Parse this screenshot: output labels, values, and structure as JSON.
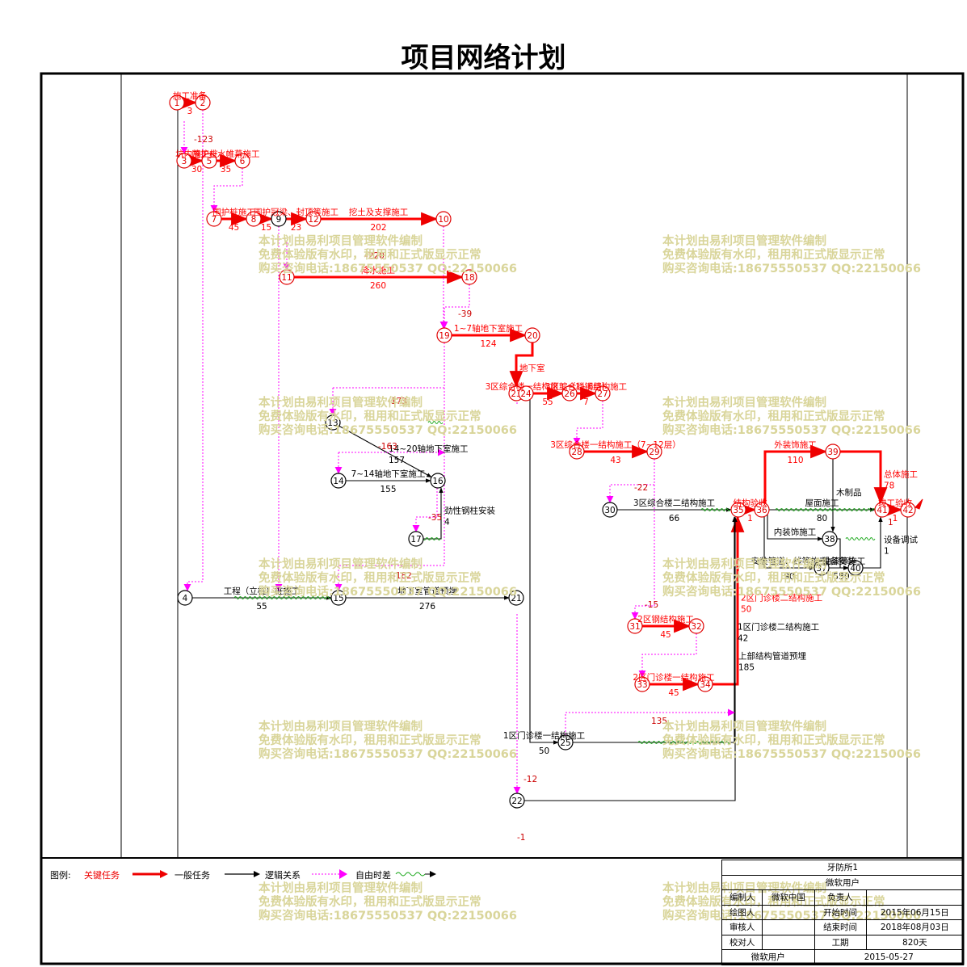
{
  "title": "项目网络计划",
  "watermark": [
    "本计划由易利项目管理软件编制",
    "免费体验版有水印，租用和正式版显示正常",
    "购买咨询电话:18675550537 QQ:22150066"
  ],
  "legend": {
    "prefix": "图例:",
    "critical": "关键任务",
    "normal": "一般任务",
    "logic": "逻辑关系",
    "free_float": "自由时差"
  },
  "title_block": {
    "project": "牙防所1",
    "company": "微软用户",
    "compiler_label": "编制人",
    "compiler": "微软中国",
    "owner_label": "负责人",
    "owner": "",
    "drafter_label": "绘图人",
    "drafter": "",
    "start_label": "开始时间",
    "start": "2015年06月15日",
    "reviewer_label": "审核人",
    "reviewer": "",
    "end_label": "结束时间",
    "end": "2018年08月03日",
    "checker_label": "校对人",
    "checker": "",
    "duration_label": "工期",
    "duration": "820天",
    "footer_user": "微软用户",
    "footer_date": "2015-05-27"
  },
  "colors": {
    "critical": "#ff0000",
    "normal": "#000000",
    "float": "#ff00ff",
    "node_critical": "#e00000",
    "watermark": "#d9d59a"
  },
  "nodes": [
    {
      "id": "1",
      "c": true
    },
    {
      "id": "2",
      "c": true
    },
    {
      "id": "3",
      "c": true
    },
    {
      "id": "4",
      "c": false
    },
    {
      "id": "5",
      "c": true
    },
    {
      "id": "6",
      "c": true
    },
    {
      "id": "7",
      "c": true
    },
    {
      "id": "8",
      "c": true
    },
    {
      "id": "9",
      "c": false
    },
    {
      "id": "10",
      "c": true
    },
    {
      "id": "11",
      "c": true
    },
    {
      "id": "12",
      "c": true
    },
    {
      "id": "13",
      "c": false
    },
    {
      "id": "14",
      "c": false
    },
    {
      "id": "15",
      "c": false
    },
    {
      "id": "16",
      "c": false
    },
    {
      "id": "17",
      "c": false
    },
    {
      "id": "18",
      "c": true
    },
    {
      "id": "19",
      "c": true
    },
    {
      "id": "20",
      "c": true
    },
    {
      "id": "21",
      "c": false
    },
    {
      "id": "22",
      "c": false
    },
    {
      "id": "23",
      "c": true
    },
    {
      "id": "24",
      "c": true
    },
    {
      "id": "25",
      "c": false
    },
    {
      "id": "26",
      "c": true
    },
    {
      "id": "27",
      "c": true
    },
    {
      "id": "28",
      "c": true
    },
    {
      "id": "29",
      "c": true
    },
    {
      "id": "30",
      "c": false
    },
    {
      "id": "31",
      "c": true
    },
    {
      "id": "32",
      "c": true
    },
    {
      "id": "33",
      "c": true
    },
    {
      "id": "34",
      "c": true
    },
    {
      "id": "35",
      "c": true
    },
    {
      "id": "36",
      "c": true
    },
    {
      "id": "37",
      "c": false
    },
    {
      "id": "38",
      "c": false
    },
    {
      "id": "39",
      "c": true
    },
    {
      "id": "40",
      "c": false
    },
    {
      "id": "41",
      "c": true
    },
    {
      "id": "42",
      "c": true
    }
  ],
  "tasks": [
    {
      "from": "1",
      "to": "2",
      "name": "施工准备",
      "dur": "3",
      "c": true
    },
    {
      "from": "3",
      "to": "5",
      "name": "坑内施工桩",
      "dur": "30",
      "c": true
    },
    {
      "from": "5",
      "to": "6",
      "name": "围护止水帷幕施工",
      "dur": "35",
      "c": true
    },
    {
      "from": "7",
      "to": "8",
      "name": "围护桩施工",
      "dur": "45",
      "c": true
    },
    {
      "from": "8",
      "to": "9",
      "name": "",
      "dur": "15",
      "c": true
    },
    {
      "from": "9",
      "to": "12",
      "name": "围护冠梁、封顶等施工",
      "dur": "23",
      "c": true
    },
    {
      "from": "12",
      "to": "10",
      "name": "挖土及支撑施工",
      "dur": "202",
      "c": true
    },
    {
      "from": "11",
      "to": "18",
      "name": "降水施工",
      "dur": "260",
      "c": true
    },
    {
      "from": "19",
      "to": "20",
      "name": "1~7轴地下室施工",
      "dur": "124",
      "c": true
    },
    {
      "from": "20",
      "to": "23",
      "name": "地下室",
      "dur": "",
      "c": true
    },
    {
      "from": "24",
      "to": "26",
      "name": "3区综合楼一结构施工（1~6层）",
      "dur": "55",
      "c": true
    },
    {
      "from": "26",
      "to": "27",
      "name": "3区综合楼钢结构施工",
      "dur": "7",
      "c": true
    },
    {
      "from": "28",
      "to": "29",
      "name": "3区综合楼一结构施工（7~12层）",
      "dur": "43",
      "c": true
    },
    {
      "from": "30",
      "to": "35",
      "name": "3区综合楼二结构施工",
      "dur": "66",
      "c": false
    },
    {
      "from": "13",
      "to": "16",
      "name": "14~20轴地下室施工",
      "dur": "157",
      "c": false
    },
    {
      "from": "14",
      "to": "16",
      "name": "7~14轴地下室施工",
      "dur": "155",
      "c": false
    },
    {
      "from": "17",
      "to": "16",
      "name": "劲性钢柱安装",
      "dur": "4",
      "c": false
    },
    {
      "from": "4",
      "to": "15",
      "name": "工程（立柱）桩施工",
      "dur": "55",
      "c": false
    },
    {
      "from": "15",
      "to": "21",
      "name": "地下室管道预埋",
      "dur": "276",
      "c": false
    },
    {
      "from": "31",
      "to": "32",
      "name": "2区钢结构施工",
      "dur": "45",
      "c": true
    },
    {
      "from": "33",
      "to": "34",
      "name": "2区门诊楼一结构施工",
      "dur": "45",
      "c": true
    },
    {
      "from": "34",
      "to": "35",
      "name": "2区门诊楼二结构施工",
      "dur": "50",
      "c": true
    },
    {
      "from": "24",
      "to": "25",
      "name": "1区门诊楼一结构施工",
      "dur": "50",
      "c": false
    },
    {
      "from": "25",
      "to": "35",
      "name": "1区门诊楼二结构施工",
      "dur": "42",
      "c": false
    },
    {
      "from": "22",
      "to": "35",
      "name": "上部结构管道预埋",
      "dur": "185",
      "c": false
    },
    {
      "from": "35",
      "to": "36",
      "name": "结构验收",
      "dur": "1",
      "c": true
    },
    {
      "from": "36",
      "to": "39",
      "name": "外装饰施工",
      "dur": "110",
      "c": true
    },
    {
      "from": "39",
      "to": "41",
      "name": "总体施工",
      "dur": "78",
      "c": true
    },
    {
      "from": "36",
      "to": "41",
      "name": "屋面施工",
      "dur": "80",
      "c": false
    },
    {
      "from": "36",
      "to": "38",
      "name": "内装饰施工",
      "dur": "",
      "c": false
    },
    {
      "from": "38",
      "to": "40",
      "name": "油漆等施工",
      "dur": "30",
      "c": false
    },
    {
      "from": "36",
      "to": "37",
      "name": "安装管道、线等施工",
      "dur": "90",
      "c": false
    },
    {
      "from": "37",
      "to": "40",
      "name": "设备安装",
      "dur": "55",
      "c": false
    },
    {
      "from": "40",
      "to": "41",
      "name": "设备调试",
      "dur": "1",
      "c": false
    },
    {
      "from": "41",
      "to": "42",
      "name": "竣工验收",
      "dur": "1",
      "c": true
    },
    {
      "from": "39",
      "to": "38",
      "name": "木制品",
      "dur": "",
      "c": false
    }
  ],
  "float_labels": [
    "-123",
    "-163",
    "-173",
    "-220",
    "-39",
    "-182",
    "-1",
    "-12",
    "-15",
    "-22",
    "-35",
    "135",
    "1"
  ]
}
